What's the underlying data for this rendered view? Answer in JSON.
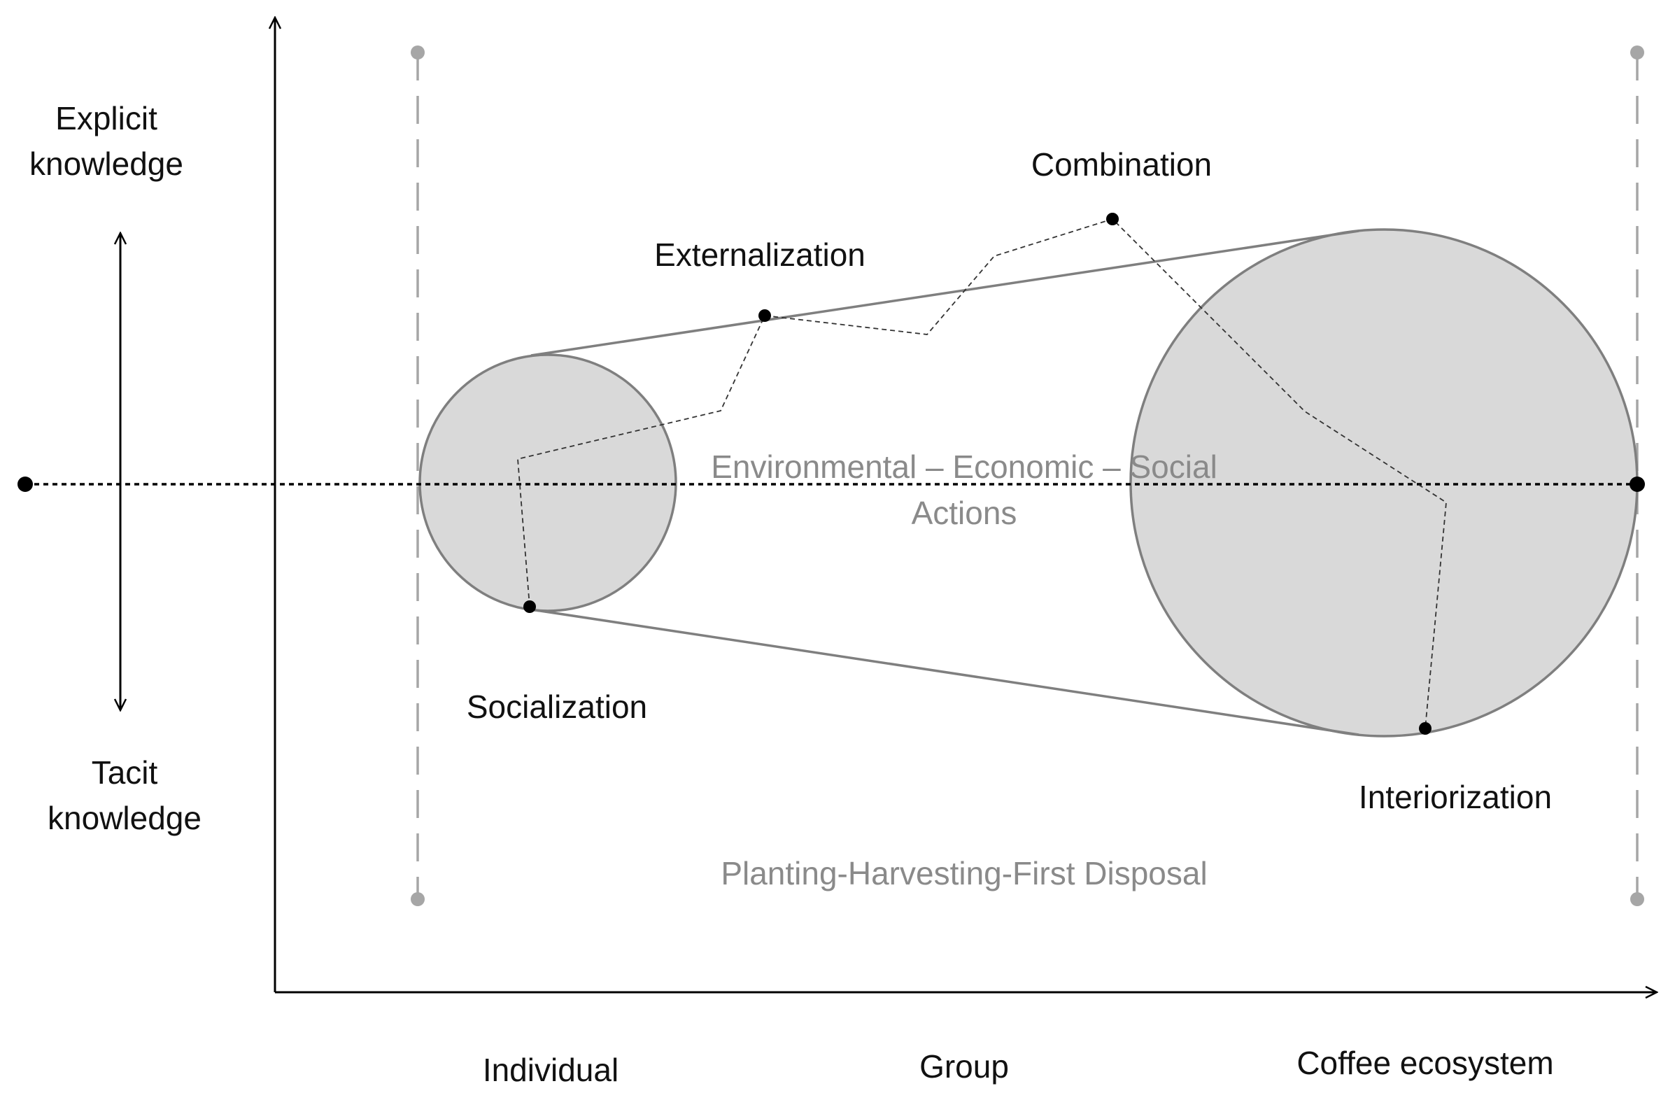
{
  "y_axis": {
    "top_label": [
      "Explicit",
      "knowledge"
    ],
    "bottom_label": [
      "Tacit",
      "knowledge"
    ]
  },
  "x_axis": {
    "labels": [
      "Individual",
      "Group",
      "Coffee ecosystem"
    ]
  },
  "stages": {
    "socialization": "Socialization",
    "externalization": "Externalization",
    "combination": "Combination",
    "interiorization": "Interiorization"
  },
  "center_text": [
    "Environmental – Economic – Social",
    "Actions"
  ],
  "bottom_text": "Planting-Harvesting-First Disposal",
  "colors": {
    "circle_fill": "#d9d9d9",
    "circle_stroke": "#7f7f7f",
    "gray_text": "#8a8a8a",
    "axis": "#000000",
    "dashed_boundary": "#a6a6a6"
  }
}
